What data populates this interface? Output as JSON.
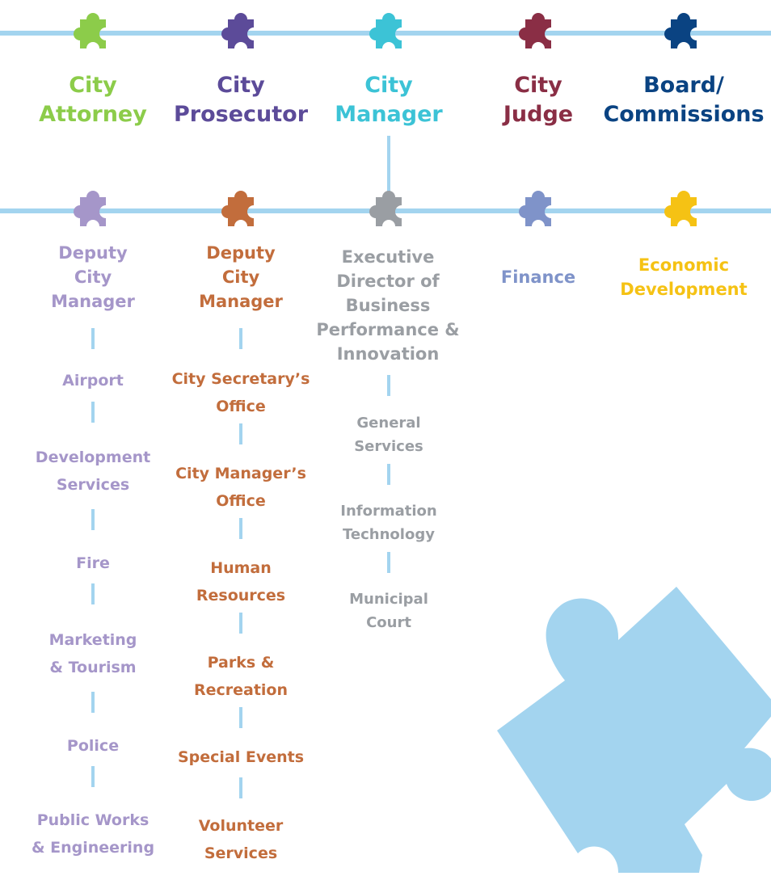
{
  "colors": {
    "line": "#a3d4ef",
    "city_attorney": "#8ccc4a",
    "city_prosecutor": "#5c4b99",
    "city_manager": "#3cc3d6",
    "city_judge": "#8a2e45",
    "boards": "#0a4382",
    "deputy_1": "#a596c9",
    "deputy_2": "#c26d3c",
    "executive": "#9a9ea3",
    "finance": "#7f93c9",
    "economic": "#f5c214"
  },
  "top_level": [
    {
      "key": "city_attorney",
      "label": "City\nAttorney",
      "icon": "puzzle-piece-icon"
    },
    {
      "key": "city_prosecutor",
      "label": "City\nProsecutor",
      "icon": "puzzle-piece-icon"
    },
    {
      "key": "city_manager",
      "label": "City\nManager",
      "icon": "puzzle-piece-icon"
    },
    {
      "key": "city_judge",
      "label": "City\nJudge",
      "icon": "puzzle-piece-icon"
    },
    {
      "key": "boards",
      "label": "Board/\nCommissions",
      "icon": "puzzle-piece-icon"
    }
  ],
  "second_level": [
    {
      "key": "deputy_1",
      "label": "Deputy\nCity\nManager",
      "departments": [
        "Airport",
        "Development\nServices",
        "Fire",
        "Marketing\n& Tourism",
        "Police",
        "Public Works\n& Engineering"
      ]
    },
    {
      "key": "deputy_2",
      "label": "Deputy\nCity\nManager",
      "departments": [
        "City Secretary’s\nOffice",
        "City Manager’s\nOffice",
        "Human\nResources",
        "Parks &\nRecreation",
        "Special Events",
        "Volunteer\nServices"
      ]
    },
    {
      "key": "executive",
      "label": "Executive\nDirector of\nBusiness\nPerformance &\nInnovation",
      "departments": [
        "General\nServices",
        "Information\nTechnology",
        "Municipal\nCourt"
      ]
    },
    {
      "key": "finance",
      "label": "Finance",
      "departments": []
    },
    {
      "key": "economic",
      "label": "Economic\nDevelopment",
      "departments": []
    }
  ],
  "decoration": {
    "icon": "large-puzzle-piece-icon",
    "color": "#a3d4ef"
  }
}
